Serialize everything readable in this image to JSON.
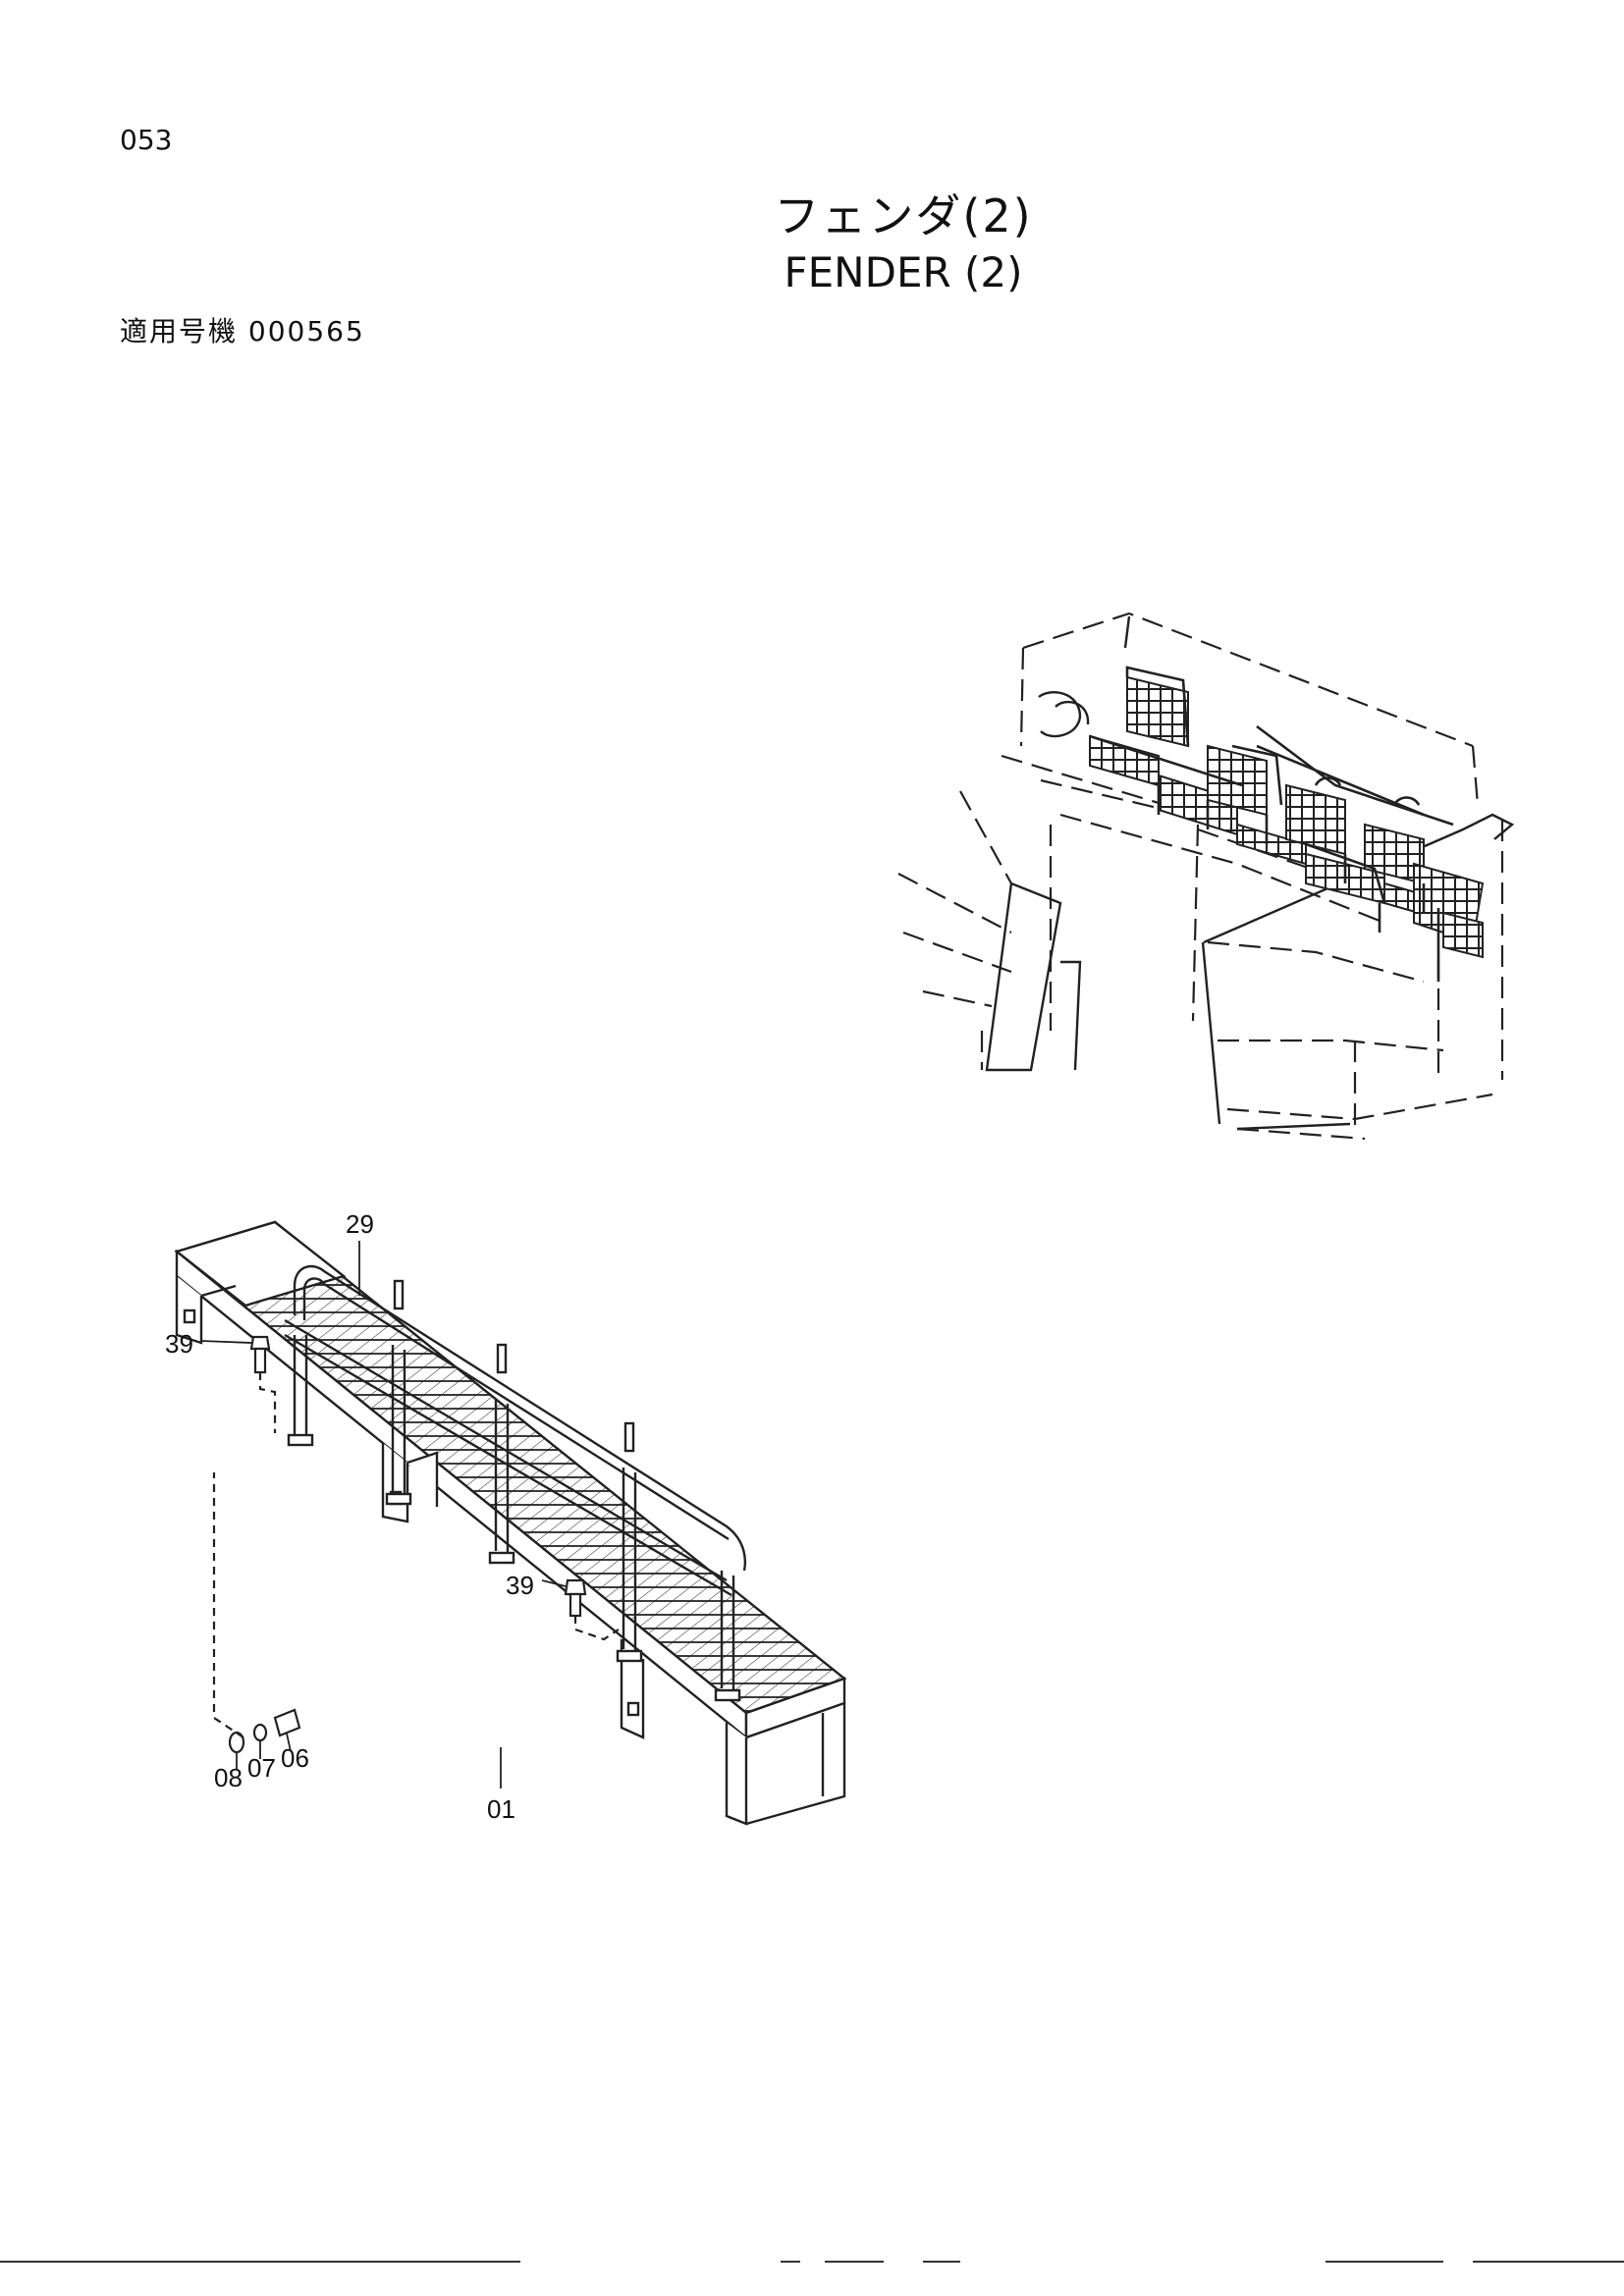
{
  "page": {
    "number": "053",
    "title_ja": "フェンダ(2)",
    "title_en": "FENDER (2)",
    "serial_label": "適用号機",
    "serial_value": "000565"
  },
  "callouts": [
    {
      "id": "c29",
      "label": "29"
    },
    {
      "id": "c39a",
      "label": "39"
    },
    {
      "id": "c39b",
      "label": "39"
    },
    {
      "id": "c08",
      "label": "08"
    },
    {
      "id": "c07",
      "label": "07"
    },
    {
      "id": "c06",
      "label": "06"
    },
    {
      "id": "c01",
      "label": "01"
    }
  ]
}
